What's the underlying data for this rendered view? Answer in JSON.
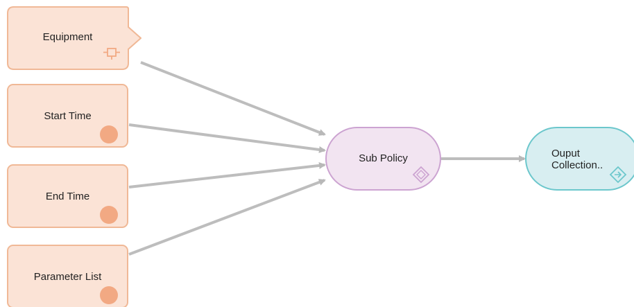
{
  "diagram": {
    "nodes": [
      {
        "id": "equipment",
        "label": "Equipment",
        "kind": "input",
        "icon": "equipment-icon"
      },
      {
        "id": "start_time",
        "label": "Start Time",
        "kind": "input",
        "icon": "circle-icon"
      },
      {
        "id": "end_time",
        "label": "End Time",
        "kind": "input",
        "icon": "circle-icon"
      },
      {
        "id": "parameter_list",
        "label": "Parameter List",
        "kind": "input",
        "icon": "circle-icon"
      },
      {
        "id": "sub_policy",
        "label": "Sub Policy",
        "kind": "process",
        "icon": "diamond-icon"
      },
      {
        "id": "output_collection",
        "label_line1": "Ouput",
        "label_line2": "Collection..",
        "kind": "output",
        "icon": "diamond-arrow-icon"
      }
    ],
    "edges": [
      {
        "from": "equipment",
        "to": "sub_policy"
      },
      {
        "from": "start_time",
        "to": "sub_policy"
      },
      {
        "from": "end_time",
        "to": "sub_policy"
      },
      {
        "from": "parameter_list",
        "to": "sub_policy"
      },
      {
        "from": "sub_policy",
        "to": "output_collection"
      }
    ],
    "colors": {
      "input_fill": "#fbe3d6",
      "input_border": "#f0b896",
      "input_icon": "#f2a983",
      "process_fill": "#f2e4f1",
      "process_border": "#cca3d1",
      "output_fill": "#d8eef1",
      "output_border": "#6cc7cc",
      "edge": "#bdbdbd"
    }
  }
}
